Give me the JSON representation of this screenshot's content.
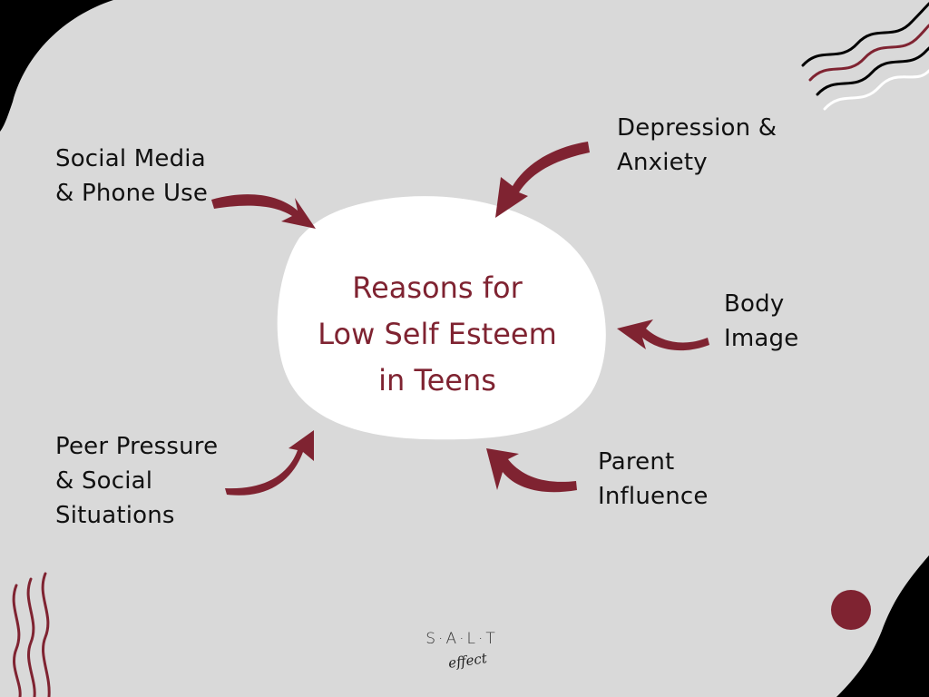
{
  "colors": {
    "background": "#d9d9d9",
    "accent": "#7f2331",
    "dark": "#000000",
    "blob": "#ffffff",
    "text": "#111111"
  },
  "center": {
    "lines": [
      "Reasons for",
      "Low Self Esteem",
      "in Teens"
    ]
  },
  "reasons": [
    {
      "id": "social-media",
      "lines": [
        "Social Media",
        "& Phone Use"
      ]
    },
    {
      "id": "depression",
      "lines": [
        "Depression &",
        "Anxiety"
      ]
    },
    {
      "id": "body-image",
      "lines": [
        "Body",
        "Image"
      ]
    },
    {
      "id": "peer-pressure",
      "lines": [
        "Peer Pressure",
        "& Social",
        "Situations"
      ]
    },
    {
      "id": "parent-influence",
      "lines": [
        "Parent",
        "Influence"
      ]
    }
  ],
  "logo": {
    "main": "S·A·L·T",
    "sub": "effect"
  }
}
